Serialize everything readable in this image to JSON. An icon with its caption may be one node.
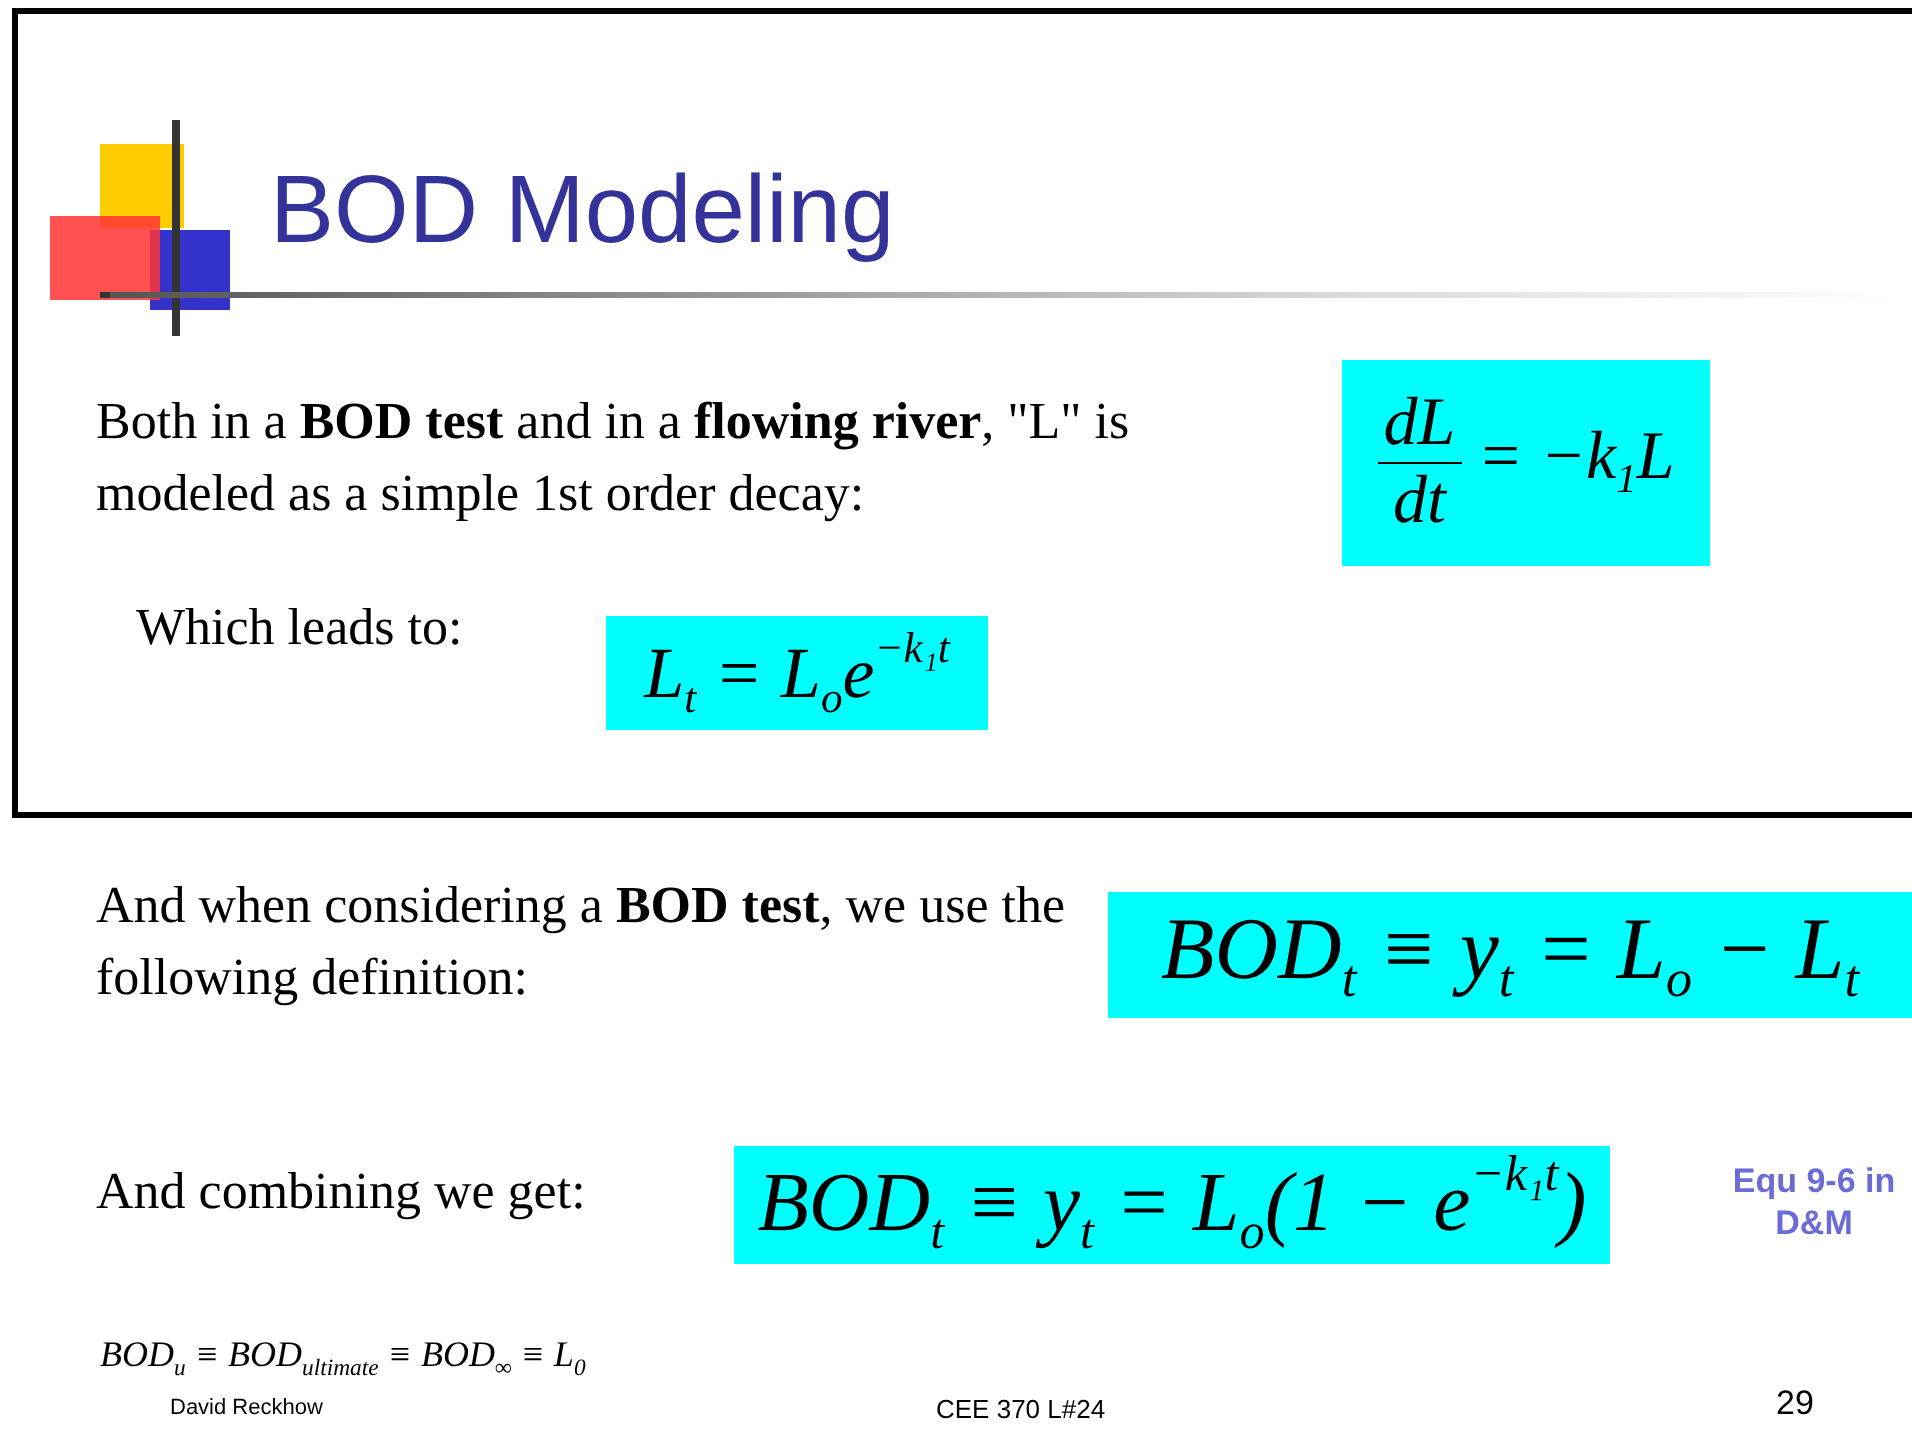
{
  "diagram": {
    "title": "BOD Modeling",
    "nodes": [
      {
        "text": [
          "dL",
          "dt",
          "= −k$_{1}$L"
        ]
      },
      {
        "text": [
          "L$_{t}$ = L$_{o}$e$^{−k₁t}$"
        ]
      },
      {
        "text": [
          "BOD$_{t}$ ≡ y$_{t}$ = L$_{o}$ − L$_{t}$"
        ]
      },
      {
        "text": [
          "BOD$_{t}$ ≡ y$_{t}$ = L$_{o}$(1 − e$^{−k₁t}$)"
        ]
      }
    ],
    "edges": [],
    "labels": [
      "Both in a **BOD test** and in a **flowing river**, \"L\" is modeled as a simple 1st order decay:",
      "Which leads to:",
      "And when considering a **BOD test**, we use the following definition:",
      "And combining we get:",
      "Equ 9-6 in D&M",
      "BOD$_{u}$ ≡ BOD$_{ultimate}$ ≡ BOD$_{∞}$ ≡ L$_{0}$",
      "David Reckhow",
      "CEE 370 L#24",
      "29"
    ]
  }
}
